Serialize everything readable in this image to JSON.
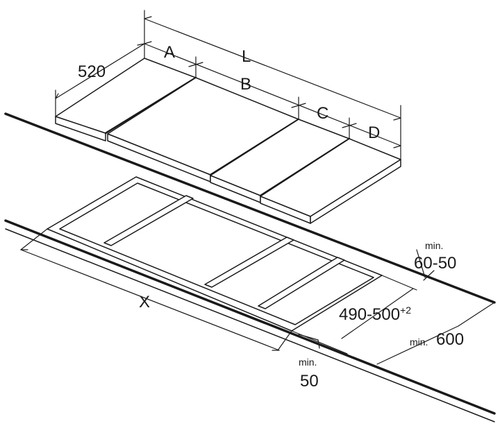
{
  "labels": {
    "dim_520": "520",
    "dim_a": "A",
    "dim_l": "L",
    "dim_b": "B",
    "dim_c": "C",
    "dim_d": "D",
    "dim_x": "X",
    "cutout_depth": "490-500",
    "cutout_depth_tolerance": "+2",
    "min_front_text": "min.",
    "min_front_value": "50",
    "min_back_text": "min.",
    "min_back_value": "60-50",
    "min_depth_text": "min.",
    "min_depth_value": "600"
  },
  "colors": {
    "line": "#1a1a1a",
    "background": "#ffffff"
  }
}
